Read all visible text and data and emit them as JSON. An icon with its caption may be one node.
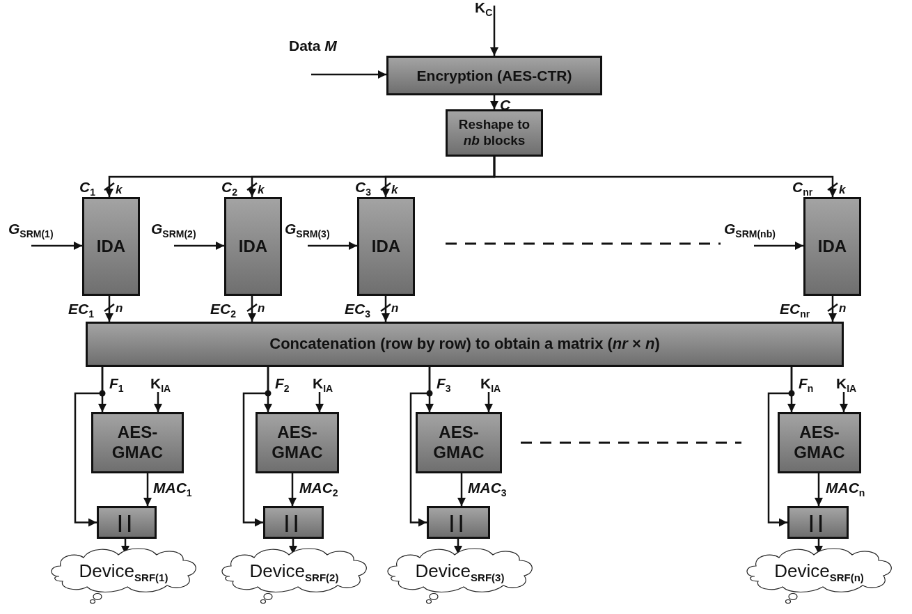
{
  "diagram": {
    "nodes": [
      {
        "text": [
          "Encryption (AES-CTR)"
        ]
      },
      {
        "text": [
          "Reshape to *nb* blocks"
        ]
      },
      {
        "text": [
          "IDA"
        ]
      },
      {
        "text": [
          "IDA"
        ]
      },
      {
        "text": [
          "IDA"
        ]
      },
      {
        "text": [
          "IDA"
        ]
      },
      {
        "text": [
          "Concatenation (row by row) to obtain a matrix (*nr* × *n*)"
        ]
      },
      {
        "text": [
          "AES-GMAC"
        ]
      },
      {
        "text": [
          "AES-GMAC"
        ]
      },
      {
        "text": [
          "AES-GMAC"
        ]
      },
      {
        "text": [
          "AES-GMAC"
        ]
      },
      {
        "text": [
          "||"
        ]
      },
      {
        "text": [
          "||"
        ]
      },
      {
        "text": [
          "||"
        ]
      },
      {
        "text": [
          "||"
        ]
      },
      {
        "text": [
          "Device$_{SRF(1)}$"
        ]
      },
      {
        "text": [
          "Device$_{SRF(2)}$"
        ]
      },
      {
        "text": [
          "Device$_{SRF(3)}$"
        ]
      },
      {
        "text": [
          "Device$_{SRF(n)}$"
        ]
      }
    ],
    "edges": [
      {
        "from": null,
        "to": 0,
        "arrow": "to",
        "label": "Data *M*"
      },
      {
        "from": null,
        "to": 0,
        "arrow": "to",
        "label": "K$_{C}$"
      },
      {
        "from": 0,
        "to": 1,
        "arrow": "to",
        "label": "*C*"
      },
      {
        "from": 1,
        "to": 2,
        "arrow": "to",
        "label": "*C*$_{1}$"
      },
      {
        "from": 1,
        "to": 3,
        "arrow": "to",
        "label": "*C*$_{2}$"
      },
      {
        "from": 1,
        "to": 4,
        "arrow": "to",
        "label": "*C*$_{3}$"
      },
      {
        "from": 1,
        "to": 5,
        "arrow": "to",
        "label": "*C*$_{nr}$"
      },
      {
        "from": null,
        "to": 2,
        "arrow": "to",
        "label": "*G*$_{SRM(1)}$"
      },
      {
        "from": null,
        "to": 3,
        "arrow": "to",
        "label": "*G*$_{SRM(2)}$"
      },
      {
        "from": null,
        "to": 4,
        "arrow": "to",
        "label": "*G*$_{SRM(3)}$"
      },
      {
        "from": null,
        "to": 5,
        "arrow": "to",
        "label": "*G*$_{SRM(nb)}$"
      },
      {
        "from": 2,
        "to": 6,
        "arrow": "to",
        "label": "*EC*$_{1}$"
      },
      {
        "from": 3,
        "to": 6,
        "arrow": "to",
        "label": "*EC*$_{2}$"
      },
      {
        "from": 4,
        "to": 6,
        "arrow": "to",
        "label": "*EC*$_{3}$"
      },
      {
        "from": 5,
        "to": 6,
        "arrow": "to",
        "label": "*EC*$_{nr}$"
      },
      {
        "from": 6,
        "to": 7,
        "arrow": "to",
        "label": "*F*$_{1}$"
      },
      {
        "from": 6,
        "to": 8,
        "arrow": "to",
        "label": "*F*$_{2}$"
      },
      {
        "from": 6,
        "to": 9,
        "arrow": "to",
        "label": "*F*$_{3}$"
      },
      {
        "from": 6,
        "to": 10,
        "arrow": "to",
        "label": "*F*$_{n}$"
      },
      {
        "from": 6,
        "to": 11,
        "arrow": "to"
      },
      {
        "from": 6,
        "to": 12,
        "arrow": "to"
      },
      {
        "from": 6,
        "to": 13,
        "arrow": "to"
      },
      {
        "from": 6,
        "to": 14,
        "arrow": "to"
      },
      {
        "from": null,
        "to": 7,
        "arrow": "to",
        "label": "K$_{IA}$"
      },
      {
        "from": null,
        "to": 8,
        "arrow": "to",
        "label": "K$_{IA}$"
      },
      {
        "from": null,
        "to": 9,
        "arrow": "to",
        "label": "K$_{IA}$"
      },
      {
        "from": null,
        "to": 10,
        "arrow": "to",
        "label": "K$_{IA}$"
      },
      {
        "from": 7,
        "to": 11,
        "arrow": "to",
        "label": "*MAC*$_{1}$"
      },
      {
        "from": 8,
        "to": 12,
        "arrow": "to",
        "label": "*MAC*$_{2}$"
      },
      {
        "from": 9,
        "to": 13,
        "arrow": "to",
        "label": "*MAC*$_{3}$"
      },
      {
        "from": 10,
        "to": 14,
        "arrow": "to",
        "label": "*MAC*$_{n}$"
      },
      {
        "from": 11,
        "to": 15,
        "arrow": "to"
      },
      {
        "from": 12,
        "to": 16,
        "arrow": "to"
      },
      {
        "from": 13,
        "to": 17,
        "arrow": "to"
      },
      {
        "from": 14,
        "to": 18,
        "arrow": "to"
      }
    ],
    "labels": [
      "k",
      "k",
      "k",
      "k",
      "n",
      "n",
      "n",
      "n"
    ]
  }
}
